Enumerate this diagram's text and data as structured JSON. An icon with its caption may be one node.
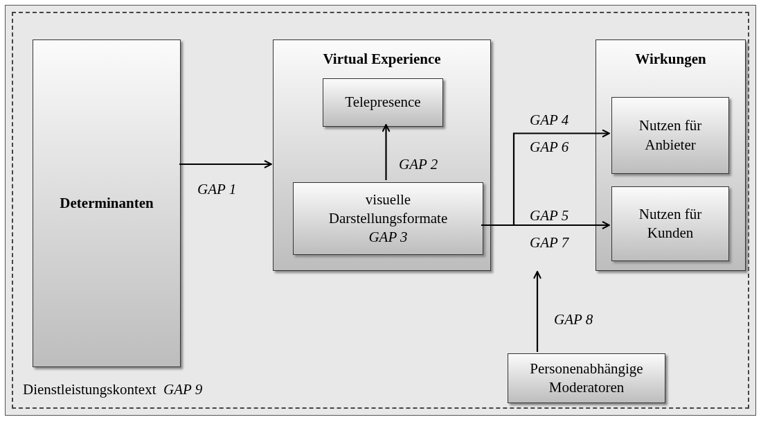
{
  "diagram": {
    "nodes": [
      {
        "text": [
          "Dienstleistungskontext  *GAP 9*"
        ]
      },
      {
        "text": [
          "Determinanten"
        ],
        "in": 0
      },
      {
        "text": [
          "Virtual Experience"
        ],
        "in": 0
      },
      {
        "text": [
          "Telepresence"
        ],
        "in": 2
      },
      {
        "text": [
          "visuelle Darstellungsformate *GAP 3*"
        ],
        "in": 2
      },
      {
        "text": [
          "Wirkungen"
        ],
        "in": 0
      },
      {
        "text": [
          "Nutzen für Anbieter"
        ],
        "in": 5
      },
      {
        "text": [
          "Nutzen für Kunden"
        ],
        "in": 5
      },
      {
        "text": [
          "Personenabhängige Moderatoren"
        ],
        "in": 0
      }
    ],
    "edges": [
      {
        "from": 1,
        "to": 2,
        "arrow": "to",
        "label": "GAP 1"
      },
      {
        "from": 4,
        "to": 3,
        "arrow": "to",
        "label": "GAP 2"
      },
      {
        "from": 4,
        "to": 6,
        "arrow": "to",
        "label": "GAP 4"
      },
      {
        "from": 4,
        "to": 7,
        "arrow": "to",
        "label": "GAP 5"
      },
      {
        "from": 8,
        "to": null,
        "arrow": "to",
        "label": "GAP 8"
      }
    ],
    "labels": [
      "GAP 6",
      "GAP 7"
    ]
  }
}
